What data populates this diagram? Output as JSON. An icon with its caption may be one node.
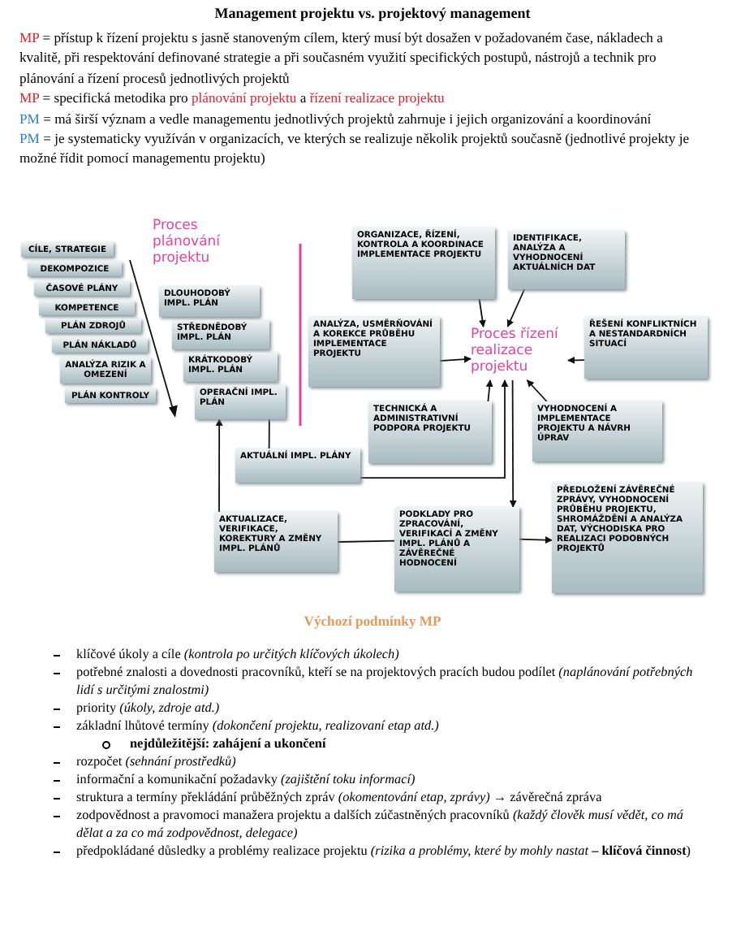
{
  "diagram": {
    "title": "Management projektu vs. projektový management",
    "nodes": [
      {
        "text": [
          "Proces plánování projektu"
        ]
      },
      {
        "text": [
          "CÍLE, STRATEGIE"
        ]
      },
      {
        "text": [
          "DEKOMPOZICE"
        ]
      },
      {
        "text": [
          "ČASOVÉ PLÁNY"
        ]
      },
      {
        "text": [
          "KOMPETENCE"
        ]
      },
      {
        "text": [
          "PLÁN ZDROJŮ"
        ]
      },
      {
        "text": [
          "PLÁN NÁKLADŮ"
        ]
      },
      {
        "text": [
          "ANALÝZA RIZIK A OMEZENÍ"
        ]
      },
      {
        "text": [
          "PLÁN KONTROLY"
        ]
      },
      {
        "text": [
          "DLOUHODOBÝ IMPL. PLÁN"
        ]
      },
      {
        "text": [
          "STŘEDNĚDOBÝ IMPL. PLÁN"
        ]
      },
      {
        "text": [
          "KRÁTKODOBÝ IMPL. PLÁN"
        ]
      },
      {
        "text": [
          "OPERAČNÍ IMPL. PLÁN"
        ]
      },
      {
        "text": [
          "AKTUÁLNÍ IMPL. PLÁNY"
        ]
      },
      {
        "text": [
          "AKTUALIZACE, VERIFIKACE, KOREKTURY A ZMĚNY IMPL. PLÁNŮ"
        ]
      },
      {
        "text": [
          "ORGANIZACE, ŘÍZENÍ, KONTROLA A KOORDINACE IMPLEMENTACE PROJEKTU"
        ]
      },
      {
        "text": [
          "IDENTIFIKACE, ANALÝZA A VYHODNOCENÍ AKTUÁLNÍCH DAT"
        ]
      },
      {
        "text": [
          "ANALÝZA, USMĚRŇOVÁNÍ A KOREKCE PRŮBĚHU IMPLEMENTACE PROJEKTU"
        ]
      },
      {
        "text": [
          "Proces řízení realizace projektu"
        ]
      },
      {
        "text": [
          "ŘEŠENÍ KONFLIKTNÍCH A NESTANDARDNÍCH SITUACÍ"
        ]
      },
      {
        "text": [
          "TECHNICKÁ A ADMINISTRATIVNÍ PODPORA PROJEKTU"
        ]
      },
      {
        "text": [
          "VYHODNOCENÍ A IMPLEMENTACE PROJEKTU A NÁVRH ÚPRAV"
        ]
      },
      {
        "text": [
          "PODKLADY PRO ZPRACOVÁNÍ, VERIFIKACÍ A ZMĚNY IMPL. PLÁNŮ A ZÁVĚREČNÉ HODNOCENÍ"
        ]
      },
      {
        "text": [
          "PŘEDLOŽENÍ ZÁVĚREČNÉ ZPRÁVY, VYHODNOCENÍ PRŮBĚHU PROJEKTU, SHROMÁŽDĚNÍ A ANALÝZA DAT, VÝCHODISKA PRO REALIZACI PODOBNÝCH PROJEKTŮ"
        ]
      }
    ],
    "edges": [
      {
        "from": 15,
        "to": 18,
        "arrow": "to"
      },
      {
        "from": 16,
        "to": 18,
        "arrow": "to"
      },
      {
        "from": 17,
        "to": 18,
        "arrow": "to"
      },
      {
        "from": 19,
        "to": 18,
        "arrow": "to"
      },
      {
        "from": 20,
        "to": 18,
        "arrow": "to"
      },
      {
        "from": 21,
        "to": 18,
        "arrow": "to"
      },
      {
        "from": 12,
        "to": 13,
        "arrow": "none"
      },
      {
        "from": 14,
        "to": 12,
        "arrow": "to"
      },
      {
        "from": 13,
        "to": 18,
        "arrow": "to"
      },
      {
        "from": 18,
        "to": 22,
        "arrow": "to"
      },
      {
        "from": 22,
        "to": 14,
        "arrow": "none"
      },
      {
        "from": 22,
        "to": 23,
        "arrow": "to"
      }
    ],
    "labels": [
      "MP",
      "= přístup k řízení projektu s jasně stanoveným cílem, který musí být dosažen v požadovaném čase, nákladech a kvalitě, při respektování definované strategie a při současném využití specifických postupů, nástrojů a technik pro plánování a řízení procesů jednotlivých projektů",
      "MP",
      "= specifická metodika pro",
      "plánování projektu",
      "a",
      "řízení realizace projektu",
      "PM",
      "= má širší význam a vedle managementu jednotlivých projektů zahrnuje i jejich organizování a koordinování",
      "PM",
      "= je systematicky využíván v organizacích, ve kterých se realizuje několik projektů současně (jednotlivé projekty je možné řídit pomocí managementu projektu)",
      "Výchozí podmínky MP",
      "klíčové úkoly a cíle *(kontrola po určitých klíčových úkolech)*",
      "potřebné znalosti a dovednosti pracovníků, kteří se na projektových pracích budou podílet *(naplánování potřebných lidí s určitými znalostmi)*",
      "priority *(úkoly, zdroje atd.)*",
      "základní lhůtové termíny *(dokončení projektu, realizovaní etap atd.)*",
      "nejdůležitější: zahájení a ukončení",
      "rozpočet *(sehnání prostředků)*",
      "informační a komunikační požadavky *(zajištění toku informací)*",
      "struktura a termíny překládání průběžných zpráv *(okomentování etap, zprávy)* → závěrečná zpráva",
      "zodpovědnost a pravomoci manažera projektu a dalších zúčastněných pracovníků *(každý člověk musí vědět, co má dělat a za co má zodpovědnost, delegace)*",
      "předpokládané důsledky a problémy realizace projektu *(rizika a problémy, které by mohly nastat* **– klíčová činnost**)"
    ]
  }
}
